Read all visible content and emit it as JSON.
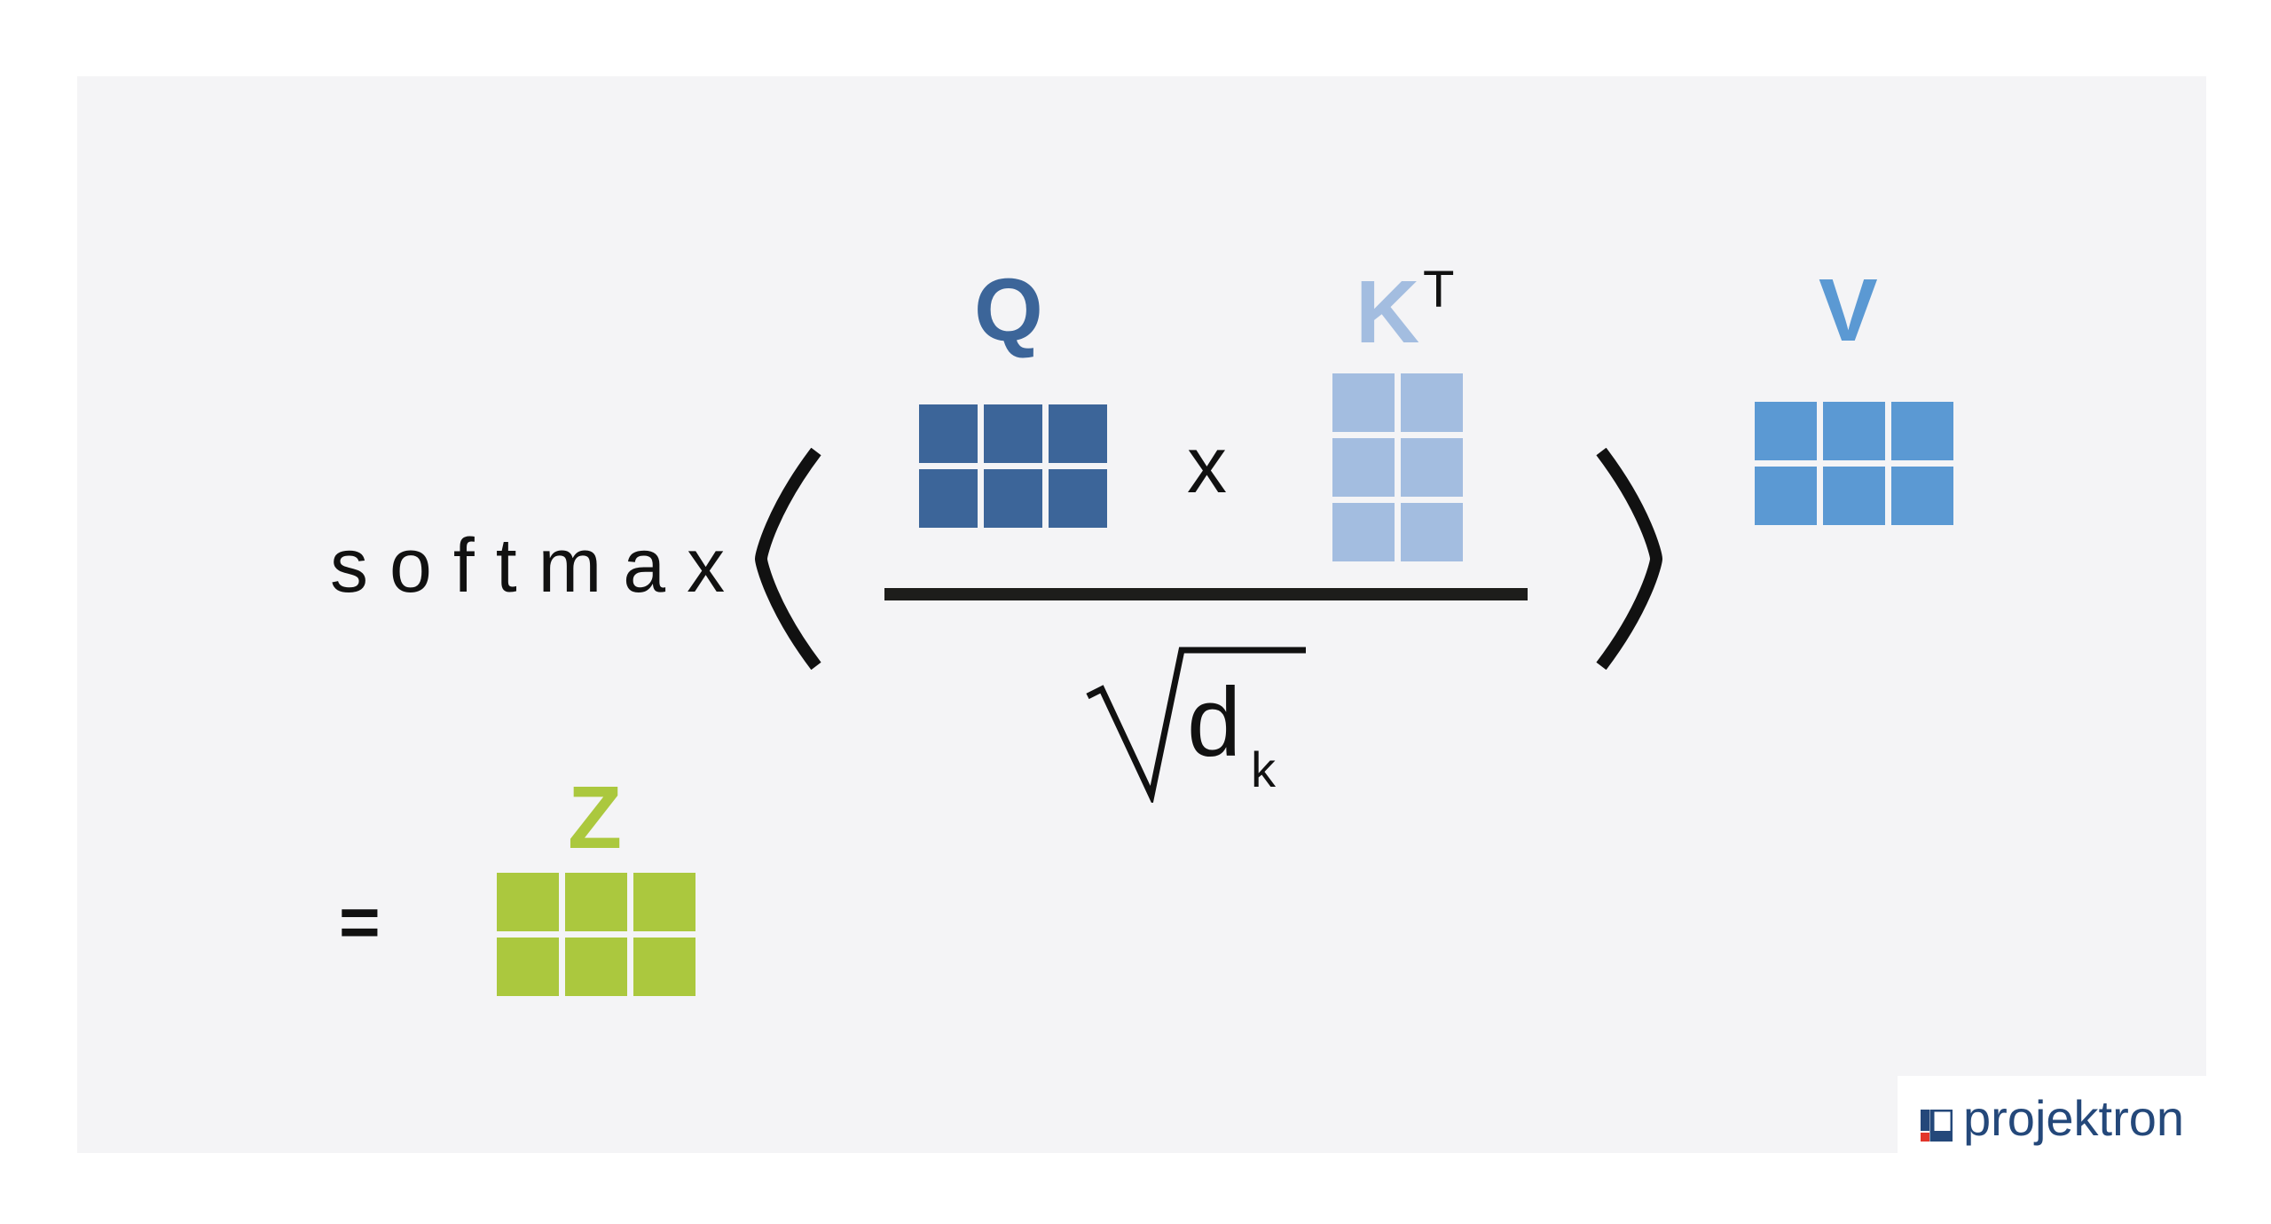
{
  "formula": {
    "softmax_label": "softmax",
    "open_paren": "(",
    "close_paren": ")",
    "multiply_sign": "x",
    "equals_sign": "=",
    "sqrt_symbol": "√",
    "denominator_var": "d",
    "denominator_sub": "k"
  },
  "matrices": {
    "q": {
      "label": "Q",
      "color": "#3c6599",
      "rows": 2,
      "cols": 3
    },
    "k": {
      "label": "K",
      "superscript": "T",
      "color": "#a3bde0",
      "rows": 3,
      "cols": 2
    },
    "v": {
      "label": "V",
      "color": "#5b99d3",
      "rows": 2,
      "cols": 3
    },
    "z": {
      "label": "Z",
      "color": "#abc83e",
      "rows": 2,
      "cols": 3
    }
  },
  "logo": {
    "text": "projektron",
    "text_color": "#24487a",
    "accent_color": "#e2362b"
  }
}
